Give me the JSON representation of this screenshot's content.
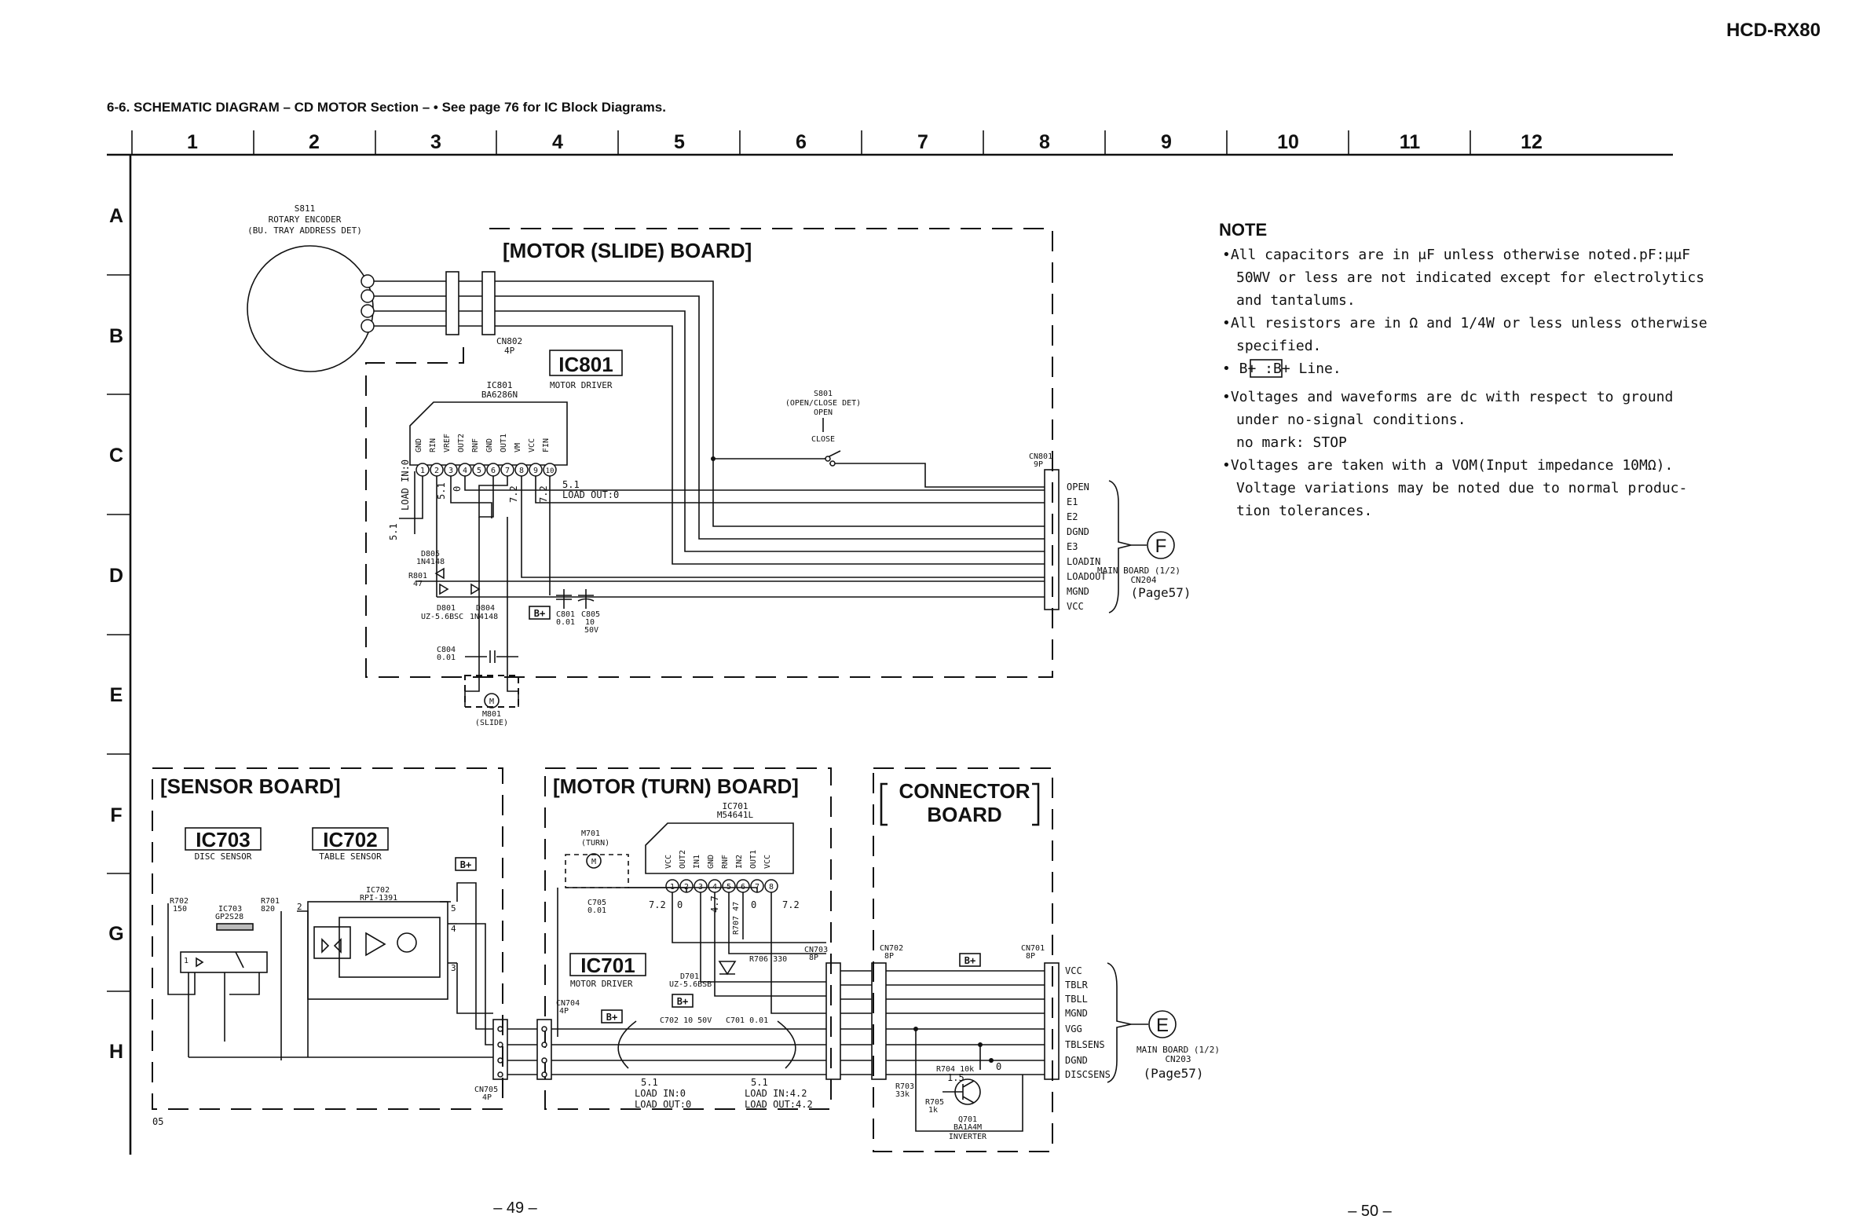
{
  "model": "HCD-RX80",
  "title": "6-6.  SCHEMATIC  DIAGRAM – CD  MOTOR  Section –  • See page 76 for IC Block Diagrams.",
  "columns": [
    "1",
    "2",
    "3",
    "4",
    "5",
    "6",
    "7",
    "8",
    "9",
    "10",
    "11",
    "12"
  ],
  "rows": [
    "A",
    "B",
    "C",
    "D",
    "E",
    "F",
    "G",
    "H"
  ],
  "page_left": "– 49 –",
  "page_right": "– 50 –",
  "footnote_code": "05",
  "note": {
    "heading": "NOTE",
    "lines": [
      "•All capacitors are in μF unless otherwise noted.pF:μμF",
      "50WV or less are not indicated except for electrolytics",
      "and tantalums.",
      "•All resistors are in Ω and 1/4W or less unless otherwise",
      "specified.",
      "•  B+   :B+ Line.",
      "•Voltages and waveforms are dc with respect to ground",
      "under no-signal conditions.",
      "no mark: STOP",
      "•Voltages are taken with a VOM(Input impedance 10MΩ).",
      "Voltage variations may be noted due to normal produc-",
      "tion tolerances."
    ]
  },
  "slide_board": {
    "title": "[MOTOR (SLIDE) BOARD]",
    "encoder": [
      "S811",
      "ROTARY ENCODER",
      "(BU. TRAY ADDRESS DET)"
    ],
    "cn802": [
      "CN802",
      "4P"
    ],
    "ic_label": "IC801",
    "ic_desc": "MOTOR DRIVER",
    "ic_part": [
      "IC801",
      "BA6286N"
    ],
    "ic_pins": [
      "GND",
      "RIN",
      "VREF",
      "OUT2",
      "RNF",
      "GND",
      "OUT1",
      "VM",
      "VCC",
      "FIN"
    ],
    "load_left": [
      "5.1",
      "LOAD IN:0"
    ],
    "v_pin3": "5.1",
    "v_pin4": "0",
    "v_pin8": "7.2",
    "v_pin10": "7.2",
    "load_right": [
      "5.1",
      "LOAD OUT:0"
    ],
    "s801": [
      "S801",
      "(OPEN/CLOSE DET)",
      "OPEN",
      "CLOSE"
    ],
    "cn801": [
      "CN801",
      "9P"
    ],
    "connector_pins": [
      "OPEN",
      "E1",
      "E2",
      "DGND",
      "E3",
      "LOADIN",
      "LOADOUT",
      "MGND",
      "VCC"
    ],
    "d805": [
      "D805",
      "1N4148"
    ],
    "r801": [
      "R801",
      "47"
    ],
    "d801": [
      "D801",
      "UZ-5.6BSC"
    ],
    "d804": [
      "D804",
      "1N4148"
    ],
    "bplus": "B+",
    "c801": [
      "C801",
      "0.01"
    ],
    "c805": [
      "C805",
      "10",
      "50V"
    ],
    "c804": [
      "C804",
      "0.01"
    ],
    "motor": [
      "M801",
      "(SLIDE)"
    ],
    "to_label": "F",
    "to_board": [
      "MAIN BOARD (1/2)",
      "CN204",
      "(Page57)"
    ]
  },
  "sensor_board": {
    "title": "[SENSOR BOARD]",
    "ic703": "IC703",
    "ic703_desc": "DISC SENSOR",
    "ic702": "IC702",
    "ic702_desc": "TABLE SENSOR",
    "bplus": "B+",
    "r702": [
      "R702",
      "150"
    ],
    "ic703_part": [
      "IC703",
      "GP2S28"
    ],
    "r701": [
      "R701",
      "820"
    ],
    "ic702_part": [
      "IC702",
      "RPI-1391"
    ],
    "pins": [
      "1",
      "2",
      "3",
      "4",
      "5"
    ],
    "cn705": [
      "CN705",
      "4P"
    ]
  },
  "turn_board": {
    "title": "[MOTOR (TURN) BOARD]",
    "ic_part": [
      "IC701",
      "M54641L"
    ],
    "motor": [
      "M701",
      "(TURN)"
    ],
    "ic_pins": [
      "VCC",
      "OUT2",
      "IN1",
      "GND",
      "RNF",
      "IN2",
      "OUT1",
      "VCC"
    ],
    "c705": [
      "C705",
      "0.01"
    ],
    "v_left": "7.2",
    "v_zero": "0",
    "v_p4": "4.7",
    "v_p6": "0",
    "v_right": "7.2",
    "r707": "R707 47",
    "r706": "R706 330",
    "ic_label": "IC701",
    "ic_desc": "MOTOR DRIVER",
    "d701": [
      "D701",
      "UZ-5.6BSB"
    ],
    "cn704": [
      "CN704",
      "4P"
    ],
    "cn703": [
      "CN703",
      "8P"
    ],
    "c702": "C702 10 50V",
    "c701": "C701 0.01",
    "bplus": "B+",
    "load_left": [
      "5.1",
      "LOAD IN:0",
      "LOAD OUT:0"
    ],
    "load_right": [
      "5.1",
      "LOAD IN:4.2",
      "LOAD OUT:4.2"
    ]
  },
  "connector_board": {
    "title_line1": "CONNECTOR",
    "title_line2": "BOARD",
    "cn702": [
      "CN702",
      "8P"
    ],
    "cn701": [
      "CN701",
      "8P"
    ],
    "bplus": "B+",
    "pins": [
      "VCC",
      "TBLR",
      "TBLL",
      "MGND",
      "VGG",
      "TBLSENS",
      "DGND",
      "DISCSENS"
    ],
    "r704": "R704 10k",
    "r703": [
      "R703",
      "33k"
    ],
    "r705": [
      "R705",
      "1k"
    ],
    "v1": "1.5",
    "v2": "0",
    "q701": [
      "Q701",
      "BA1A4M",
      "INVERTER"
    ],
    "to_label": "E",
    "to_board": [
      "MAIN BOARD (1/2)",
      "CN203",
      "(Page57)"
    ]
  }
}
